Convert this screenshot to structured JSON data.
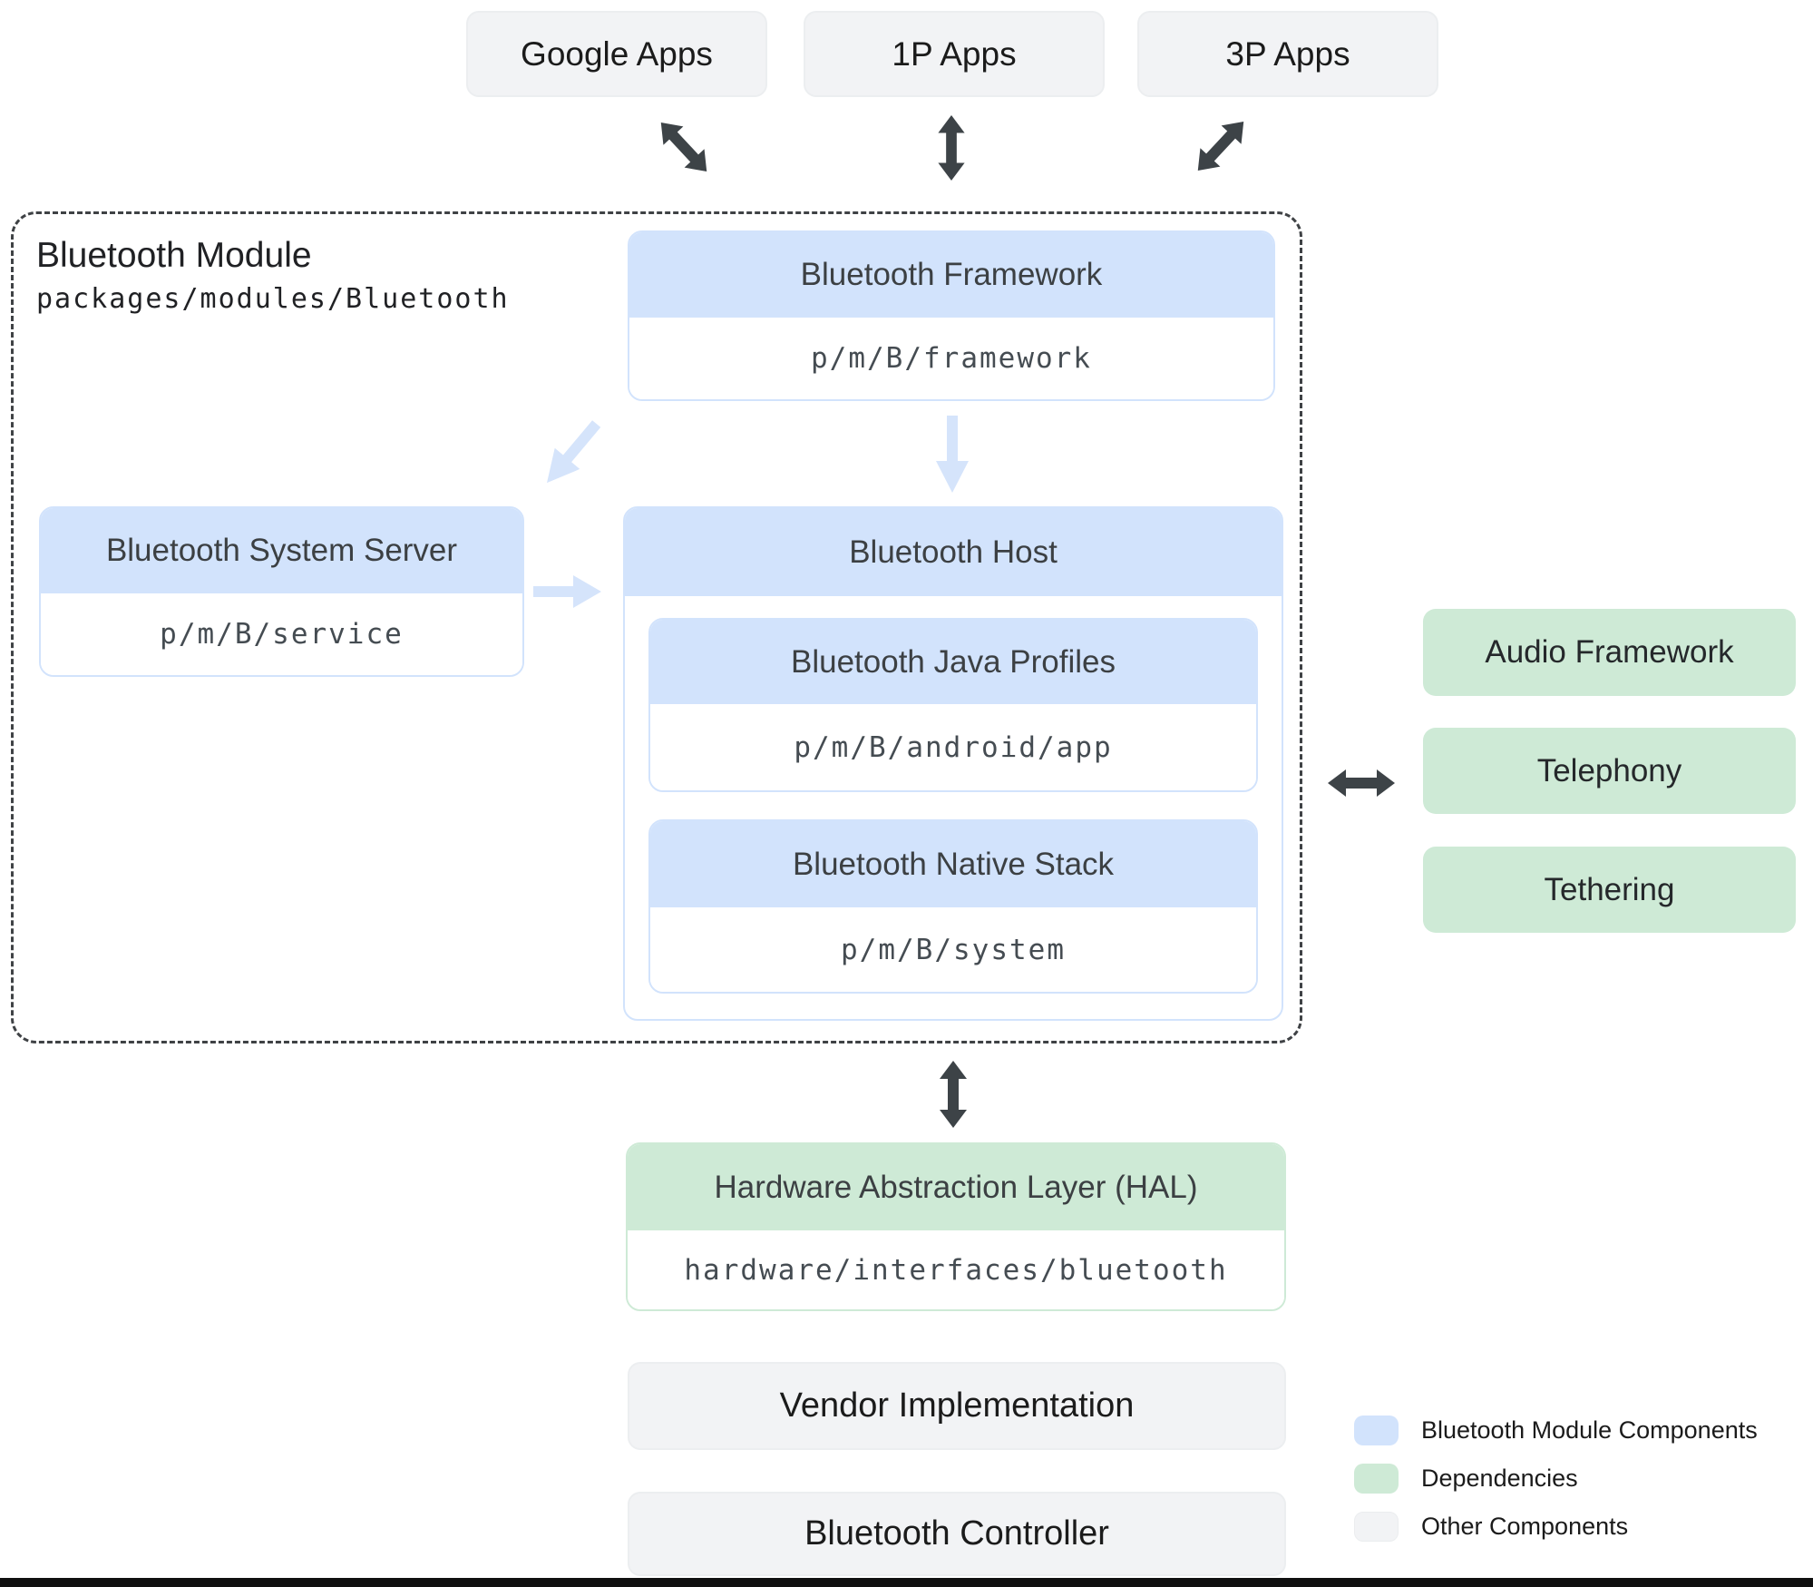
{
  "colors": {
    "module-blue": "#d2e3fc",
    "dependency-green": "#ceead6",
    "other-gray": "#f2f3f5",
    "arrow-dark": "#3d4347",
    "arrow-blue": "#d5e4fb",
    "title-text": "#3c4043",
    "label-text": "#202124"
  },
  "top_apps": [
    {
      "label": "Google Apps"
    },
    {
      "label": "1P Apps"
    },
    {
      "label": "3P Apps"
    }
  ],
  "module": {
    "title": "Bluetooth Module",
    "path": "packages/modules/Bluetooth",
    "framework": {
      "title": "Bluetooth Framework",
      "path": "p/m/B/framework"
    },
    "system_server": {
      "title": "Bluetooth System Server",
      "path": "p/m/B/service"
    },
    "host": {
      "title": "Bluetooth Host",
      "children": [
        {
          "title": "Bluetooth Java Profiles",
          "path": "p/m/B/android/app"
        },
        {
          "title": "Bluetooth Native Stack",
          "path": "p/m/B/system"
        }
      ]
    }
  },
  "dependencies": [
    {
      "label": "Audio Framework"
    },
    {
      "label": "Telephony"
    },
    {
      "label": "Tethering"
    }
  ],
  "hal": {
    "title": "Hardware Abstraction Layer (HAL)",
    "path": "hardware/interfaces/bluetooth"
  },
  "other_components": [
    {
      "label": "Vendor Implementation"
    },
    {
      "label": "Bluetooth Controller"
    }
  ],
  "legend": [
    {
      "swatch": "blue",
      "label": "Bluetooth Module Components"
    },
    {
      "swatch": "green",
      "label": "Dependencies"
    },
    {
      "swatch": "gray",
      "label": "Other Components"
    }
  ]
}
